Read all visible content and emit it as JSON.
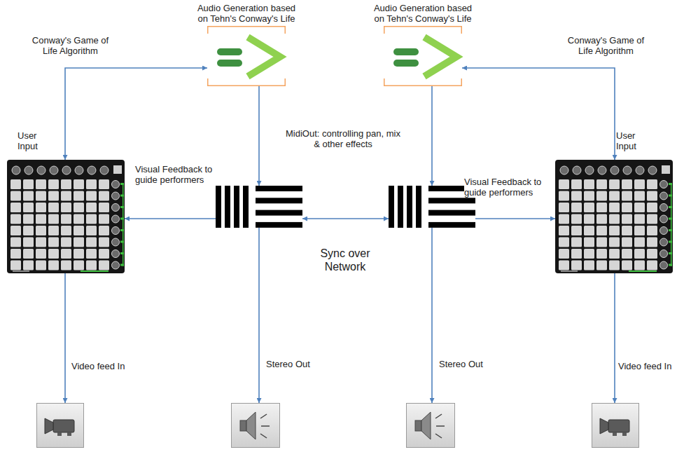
{
  "diagram": {
    "nodes": [
      {
        "text": [
          "Audio Generation based on Tehn's Conway's Life"
        ]
      },
      {
        "text": [
          "Audio Generation based on Tehn's Conway's Life"
        ]
      },
      {
        "text": [
          "User Input"
        ]
      },
      {
        "text": []
      },
      {
        "text": []
      },
      {
        "text": [
          "User Input"
        ]
      },
      {
        "text": []
      },
      {
        "text": []
      },
      {
        "text": []
      },
      {
        "text": []
      }
    ],
    "edges": [
      {
        "from": 0,
        "to": 2,
        "arrow": "both",
        "label": "Conway's Game of Life Algorithm"
      },
      {
        "from": 1,
        "to": 5,
        "arrow": "both",
        "label": "Conway's Game of Life Algorithm"
      },
      {
        "from": 0,
        "to": 3,
        "arrow": "to"
      },
      {
        "from": 1,
        "to": 4,
        "arrow": "to"
      },
      {
        "from": 3,
        "to": 2,
        "arrow": "to",
        "label": "Visual Feedback to guide performers"
      },
      {
        "from": 4,
        "to": 5,
        "arrow": "to",
        "label": "Visual Feedback to guide performers"
      },
      {
        "from": 3,
        "to": 4,
        "arrow": "both",
        "label": "Sync over Network"
      },
      {
        "from": 3,
        "to": 7,
        "arrow": "to",
        "label": "Stereo Out"
      },
      {
        "from": 4,
        "to": 8,
        "arrow": "to",
        "label": "Stereo Out"
      },
      {
        "from": 2,
        "to": 6,
        "arrow": "to",
        "label": "Video feed In"
      },
      {
        "from": 5,
        "to": 9,
        "arrow": "to",
        "label": "Video feed In"
      }
    ],
    "labels": [
      "MidiOut: controlling pan, mix & other effects"
    ]
  }
}
